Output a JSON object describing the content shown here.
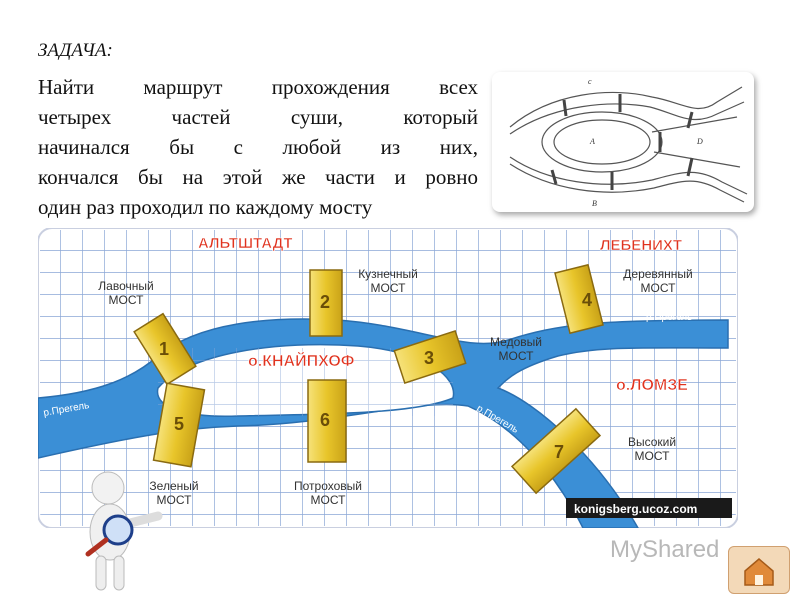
{
  "task": {
    "title": "ЗАДАЧА:",
    "lines": [
      "Найти маршрут прохождения всех",
      "четырех частей суши, который",
      "начинался бы с любой из них,",
      "кончался бы на этой же части и ровно",
      "один раз проходил по каждому мосту"
    ]
  },
  "sketch": {
    "labels": {
      "c": "c",
      "a": "A",
      "d": "D",
      "b": "B"
    }
  },
  "map": {
    "districts": {
      "altstadt": "АЛЬТШТАДТ",
      "lebenikht": "ЛЕБЕНИХТ",
      "kneiphof": "о.КНАЙПХОФ",
      "lomse": "о.ЛОМЗЕ"
    },
    "rivers": {
      "pregel_left": "р.Прегель",
      "pregel_mid": "р.Прегель",
      "pregel_right": "р.Прегель"
    },
    "bridges": [
      {
        "number": "1",
        "name_line1": "Лавочный",
        "name_line2": "МОСТ"
      },
      {
        "number": "2",
        "name_line1": "Кузнечный",
        "name_line2": "МОСТ"
      },
      {
        "number": "3",
        "name_line1": "Медовый",
        "name_line2": "МОСТ"
      },
      {
        "number": "4",
        "name_line1": "Деревянный",
        "name_line2": "МОСТ"
      },
      {
        "number": "5",
        "name_line1": "Зеленый",
        "name_line2": "МОСТ"
      },
      {
        "number": "6",
        "name_line1": "Потроховый",
        "name_line2": "МОСТ"
      },
      {
        "number": "7",
        "name_line1": "Высокий",
        "name_line2": "МОСТ"
      }
    ],
    "source": "konigsberg.ucoz.com"
  },
  "watermark": "MyShared",
  "colors": {
    "river": "#3b8fd6",
    "grid": "#7d9cd0",
    "bridge": "#e8c52a",
    "district_label": "#e0321e"
  }
}
